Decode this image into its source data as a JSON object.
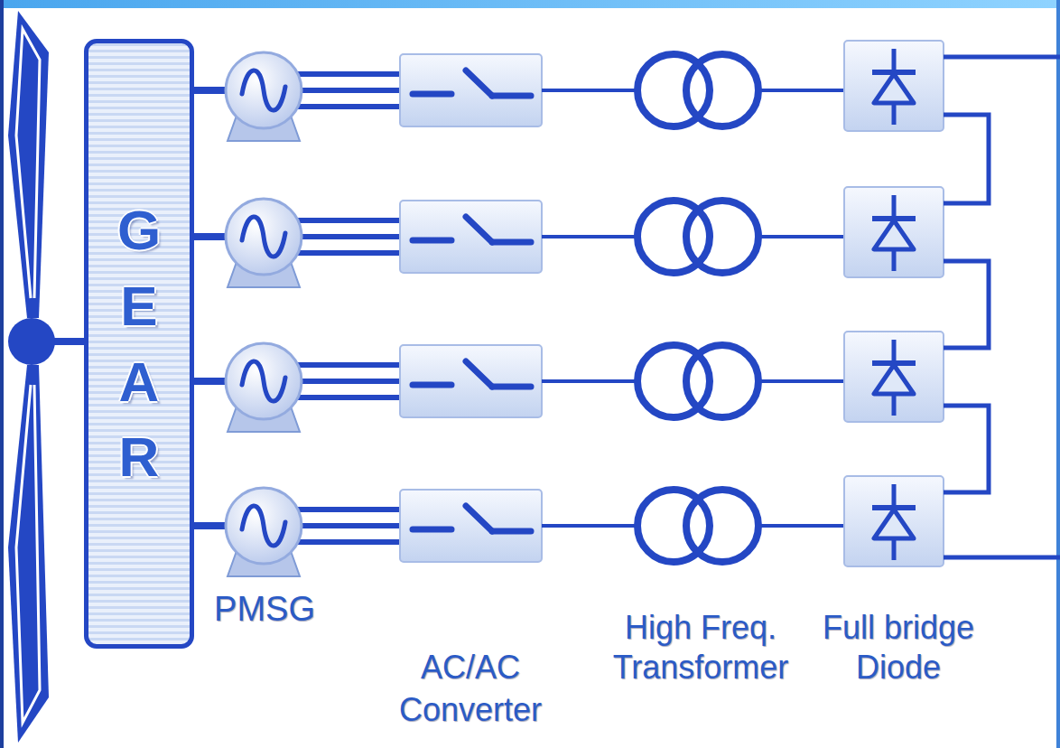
{
  "diagram": {
    "nodes": [
      {
        "text": [
          "GEAR"
        ]
      }
    ],
    "labels": [
      "PMSG",
      "AC/AC Converter",
      "High Freq. Transformer",
      "Full bridge Diode"
    ]
  }
}
